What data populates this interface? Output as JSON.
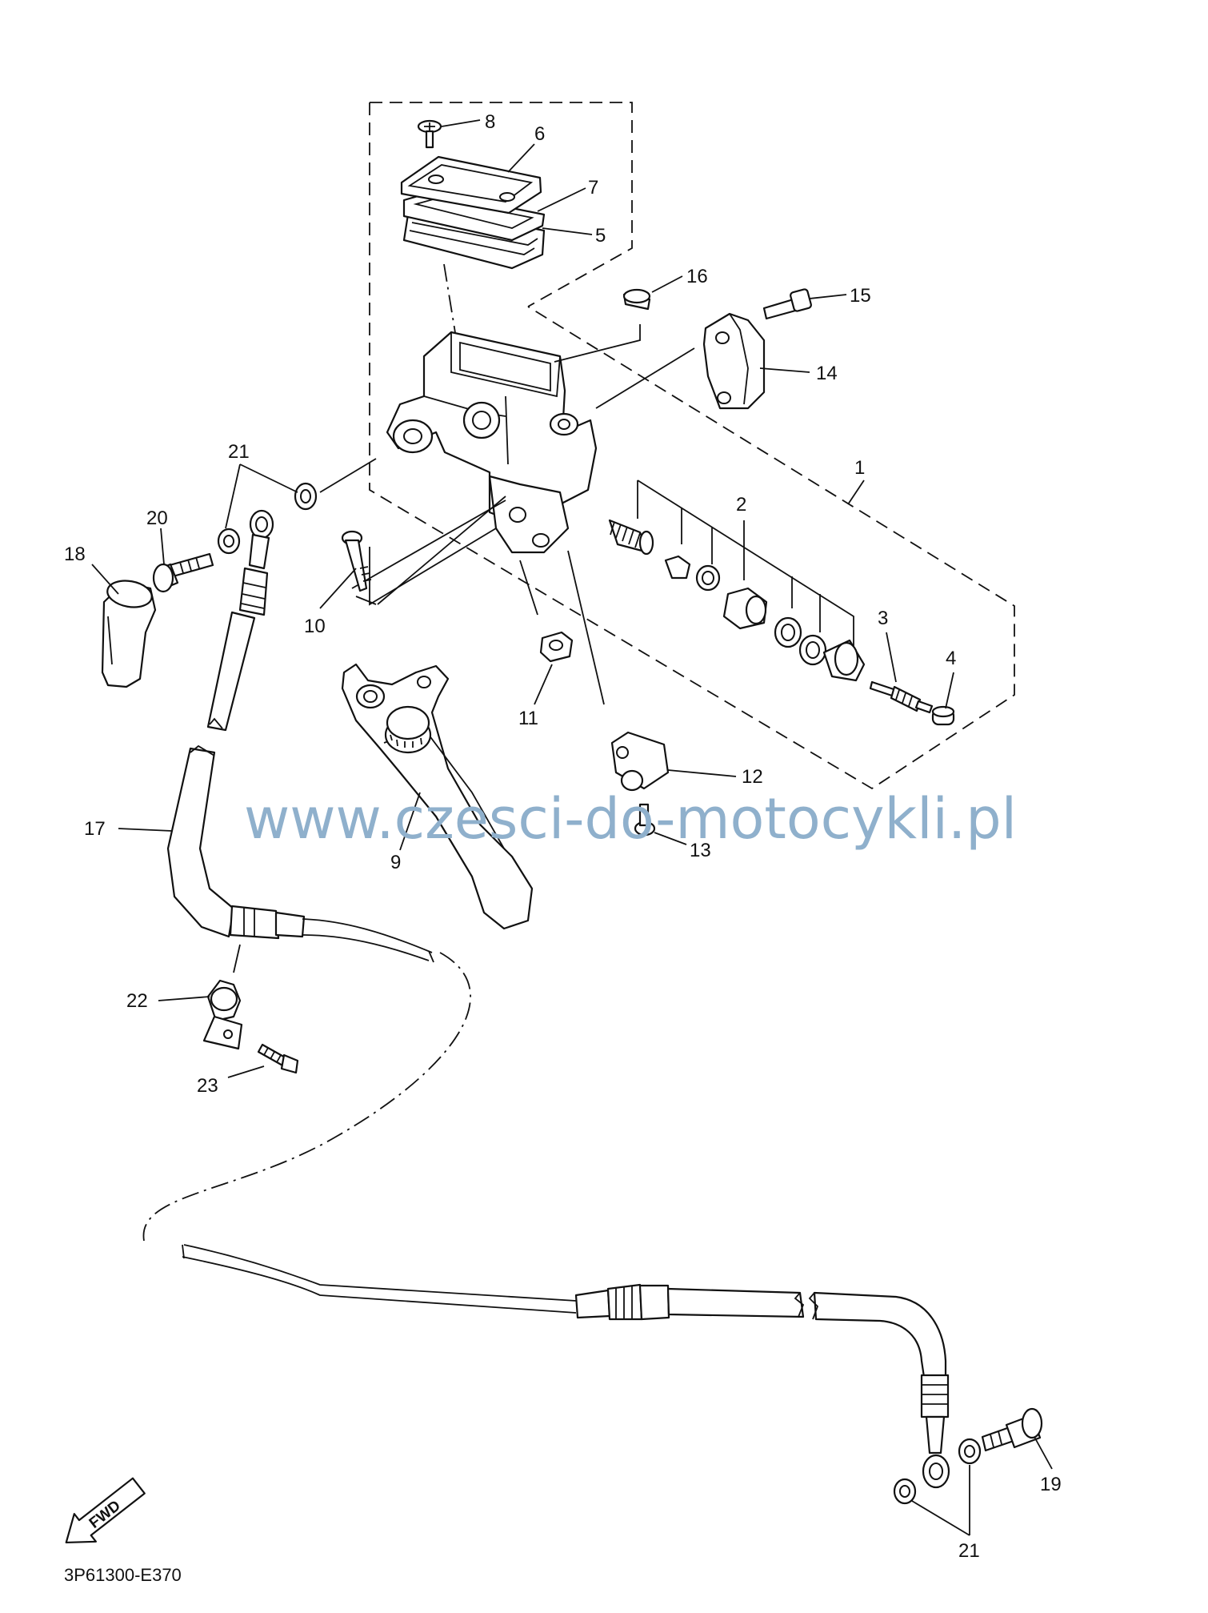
{
  "watermark": "www.czesci-do-motocykli.pl",
  "diagram_code": "3P61300-E370",
  "fwd_label": "FWD",
  "callouts": {
    "c1": "1",
    "c2": "2",
    "c3": "3",
    "c4": "4",
    "c5": "5",
    "c6": "6",
    "c7": "7",
    "c8": "8",
    "c9": "9",
    "c10": "10",
    "c11": "11",
    "c12": "12",
    "c13": "13",
    "c14": "14",
    "c15": "15",
    "c16": "16",
    "c17": "17",
    "c18": "18",
    "c19": "19",
    "c20": "20",
    "c21a": "21",
    "c21b": "21",
    "c22": "22",
    "c23": "23"
  }
}
